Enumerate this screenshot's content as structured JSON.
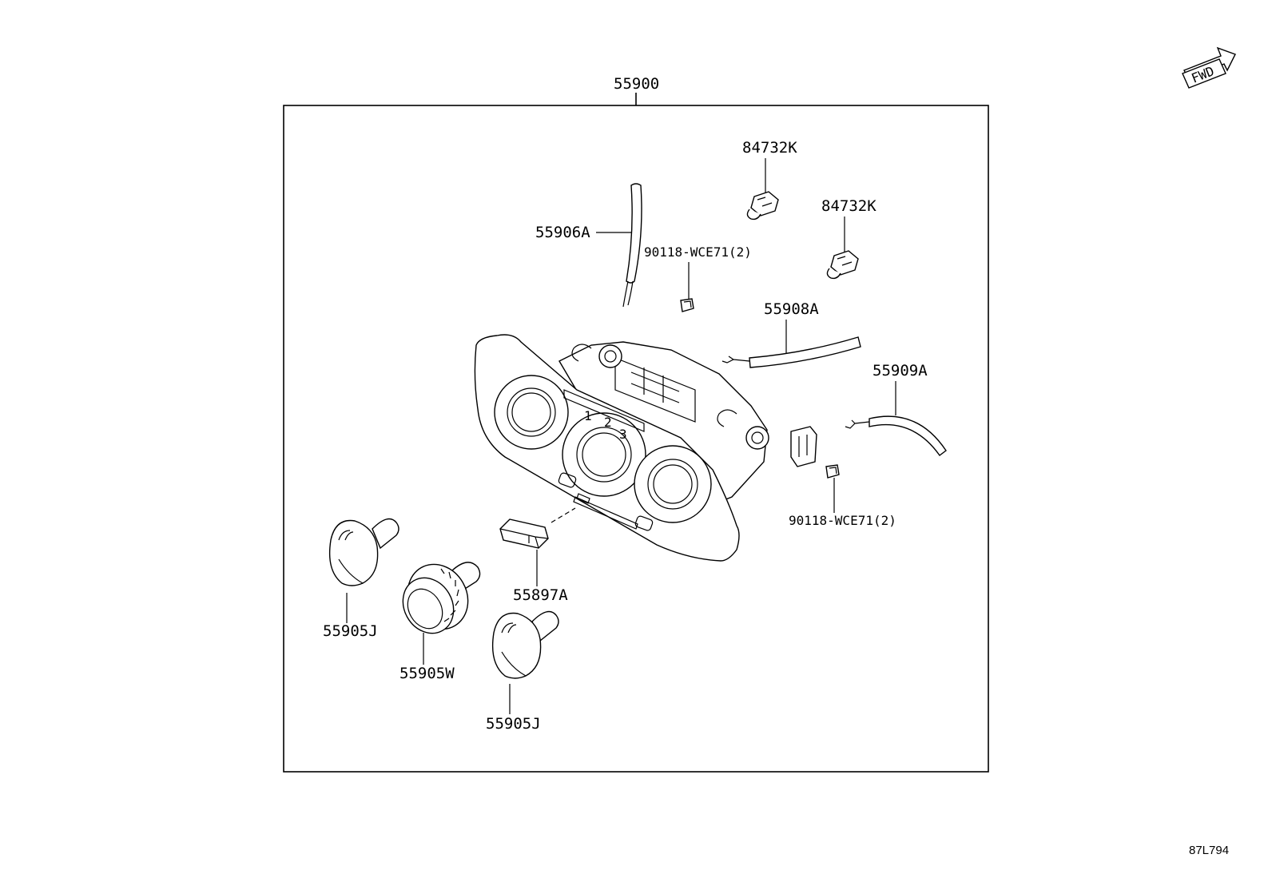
{
  "diagram": {
    "assembly_label": "55900",
    "labels": {
      "bulb_upper": "84732K",
      "bulb_lower": "84732K",
      "cable_a": "55906A",
      "clip_upper": "90118-WCE71(2)",
      "cable_temp": "55908A",
      "cable_mode": "55909A",
      "clip_lower": "90118-WCE71(2)",
      "button": "55897A",
      "knob_left": "55905J",
      "knob_center": "55905W",
      "knob_right": "55905J"
    },
    "fwd_label": "FWD",
    "drawing_code": "87L794"
  }
}
